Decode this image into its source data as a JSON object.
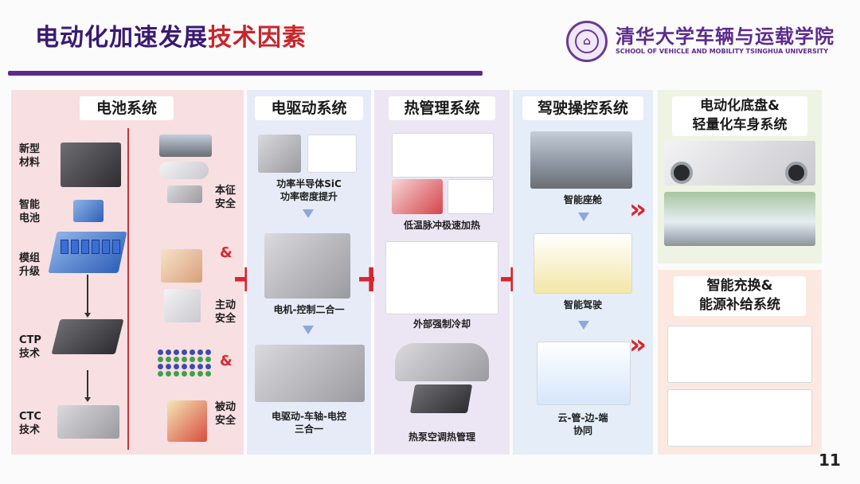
{
  "header": {
    "title_part1": "电动化加速发展",
    "title_part2": "技术因素",
    "school_cn": "清华大学车辆与运载学院",
    "school_en": "SCHOOL OF VEHICLE AND MOBILITY TSINGHUA UNIVERSITY"
  },
  "battery": {
    "title": "电池系统",
    "items": [
      "新型材料",
      "智能电池",
      "模组升级",
      "CTP技术",
      "CTC技术"
    ],
    "safety": [
      "本征安全",
      "主动安全",
      "被动安全"
    ],
    "amp": "&"
  },
  "edrive": {
    "title": "电驱动系统",
    "captions": [
      "功率半导体SiC",
      "功率密度提升",
      "电机-控制二合一",
      "电驱动-车轴-电控",
      "三合一"
    ]
  },
  "thermal": {
    "title": "热管理系统",
    "captions": [
      "低温脉冲极速加热",
      "外部强制冷却",
      "热泵空调热管理"
    ]
  },
  "driving": {
    "title": "驾驶操控系统",
    "captions": [
      "智能座舱",
      "智能驾驶",
      "云-管-边-端",
      "协同"
    ]
  },
  "chassis": {
    "title_l1": "电动化底盘&",
    "title_l2": "轻量化车身系统"
  },
  "swap": {
    "title_l1": "智能充换&",
    "title_l2": "能源补给系统"
  },
  "symbols": {
    "plus": "+",
    "chevron": "»"
  },
  "page_number": "11",
  "colors": {
    "title_purple": "#3a1a72",
    "title_red": "#c9252c",
    "accent_red": "#d9262c"
  }
}
